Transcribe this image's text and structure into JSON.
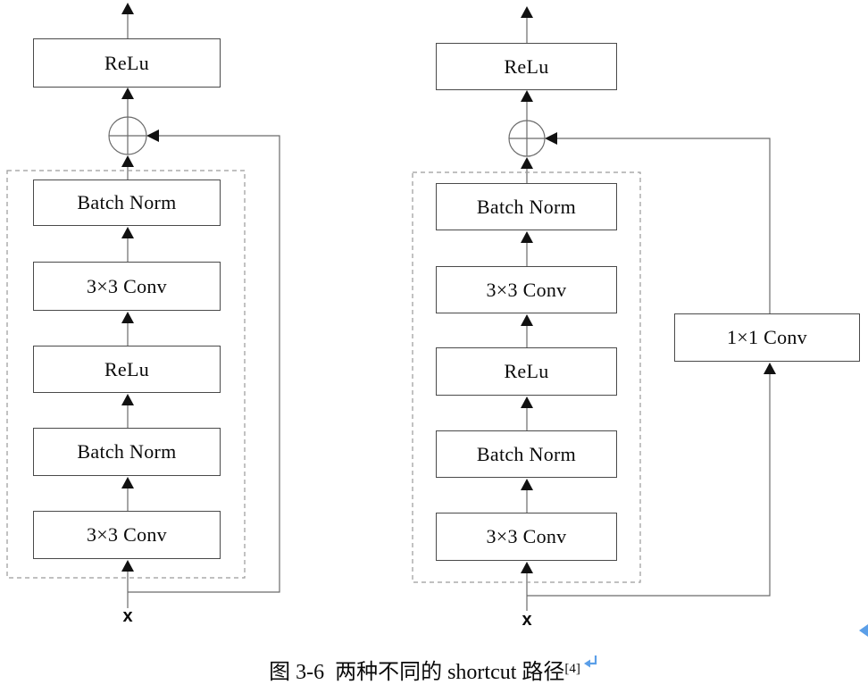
{
  "figure": {
    "left_branch": {
      "output_block": "ReLu",
      "inner_blocks": [
        "Batch Norm",
        "3×3 Conv",
        "ReLu",
        "Batch Norm",
        "3×3 Conv"
      ],
      "input_label": "x"
    },
    "right_branch": {
      "output_block": "ReLu",
      "inner_blocks": [
        "Batch Norm",
        "3×3 Conv",
        "ReLu",
        "Batch Norm",
        "3×3 Conv"
      ],
      "shortcut_block": "1×1 Conv",
      "input_label": "x"
    },
    "caption": {
      "text": "图 3-6  两种不同的 shortcut 路径",
      "citation": "[4]"
    },
    "colors": {
      "line_gray": "#6b6b6b",
      "box_border": "#4a4a4a",
      "arrow_black": "#111111",
      "dashed_border": "#9a9a9a",
      "format_mark_blue": "#5b9fe8"
    }
  }
}
